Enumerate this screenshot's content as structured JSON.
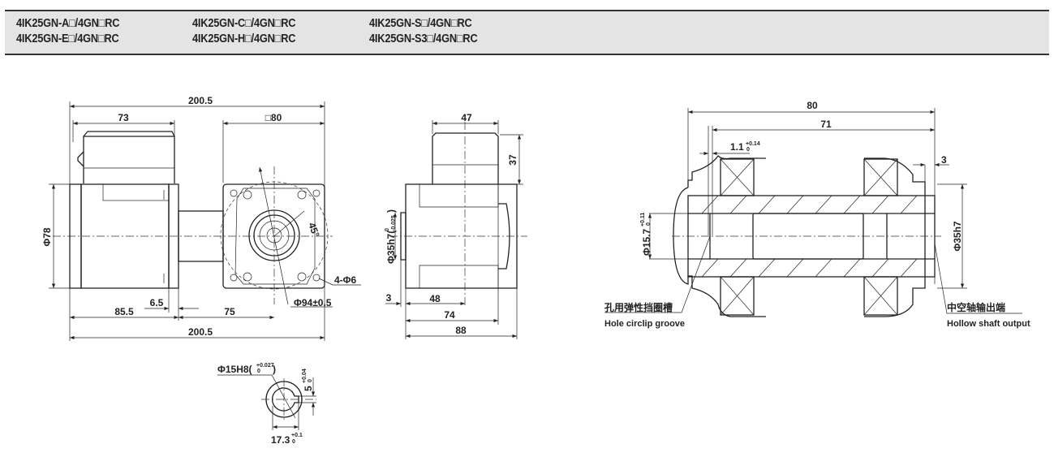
{
  "header": {
    "models": [
      "4IK25GN-A□/4GN□RC",
      "4IK25GN-E□/4GN□RC",
      "4IK25GN-C□/4GN□RC",
      "4IK25GN-H□/4GN□RC",
      "4IK25GN-S□/4GN□RC",
      "4IK25GN-S3□/4GN□RC"
    ]
  },
  "front_view": {
    "overall_top": "200.5",
    "terminal_box": "73",
    "flange_square": "□80",
    "diameter": "Φ78",
    "gap": "6.5",
    "motor_length": "85.5",
    "gear_length": "75",
    "overall_bottom": "200.5",
    "holes": "4-Φ6",
    "pcd": "Φ94±0.5",
    "angle": "45°"
  },
  "side_view": {
    "box_width": "47",
    "box_height": "37",
    "shaft_dia": "Φ35h7(",
    "shaft_tol_upper": "0",
    "shaft_tol_lower": "-0.025",
    "shaft_dia_close": ")",
    "offset": "3",
    "center": "48",
    "body": "74",
    "overall": "88"
  },
  "shaft_section": {
    "length": "80",
    "inner_length": "71",
    "groove": "1.1",
    "groove_tol_upper": "+0.14",
    "groove_tol_lower": "0",
    "step": "3",
    "bore": "Φ15.7",
    "bore_tol_upper": "+0.11",
    "bore_tol_lower": "0",
    "outer": "Φ35h7",
    "label_groove_cn": "孔用弹性挡圈槽",
    "label_groove_en": "Hole circlip groove",
    "label_output_cn": "中空轴输出端",
    "label_output_en": "Hollow shaft output"
  },
  "bore_detail": {
    "bore": "Φ15H8(",
    "bore_tol_upper": "+0.027",
    "bore_tol_lower": "0",
    "bore_close": ")",
    "key": "5",
    "key_tol_upper": "+0.04",
    "key_tol_lower": "0",
    "key_depth": "17.3",
    "key_depth_tol_upper": "+0.1",
    "key_depth_tol_lower": "0"
  }
}
